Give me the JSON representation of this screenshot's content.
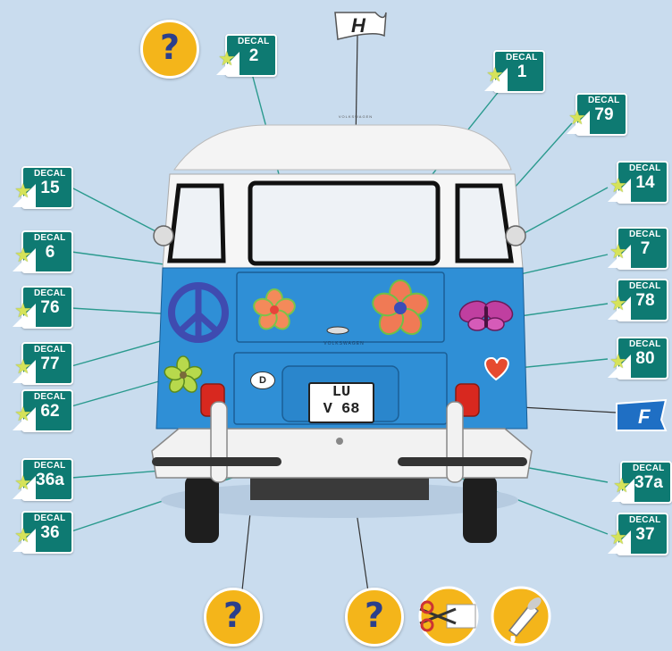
{
  "decal_label": "DECAL",
  "decals_left": [
    "15",
    "6",
    "76",
    "77",
    "62",
    "36a",
    "36"
  ],
  "decals_right": [
    "14",
    "7",
    "78",
    "80",
    "37a",
    "37"
  ],
  "decals_top": [
    "2",
    "1",
    "79"
  ],
  "flags": {
    "H": "H",
    "F": "F"
  },
  "plate": {
    "line1": "LU",
    "line2": "V 68"
  },
  "country_sticker": "D",
  "rear_text": "VOLKSWAGEN",
  "roof_text": "VOLKSWAGEN",
  "help_glyph": "?",
  "colors": {
    "background": "#c9dcee",
    "bus_blue": "#2f8fd6",
    "decal_green": "#0e7a72",
    "help_yellow": "#f4b51a",
    "flag_blue": "#1f6fc4"
  }
}
